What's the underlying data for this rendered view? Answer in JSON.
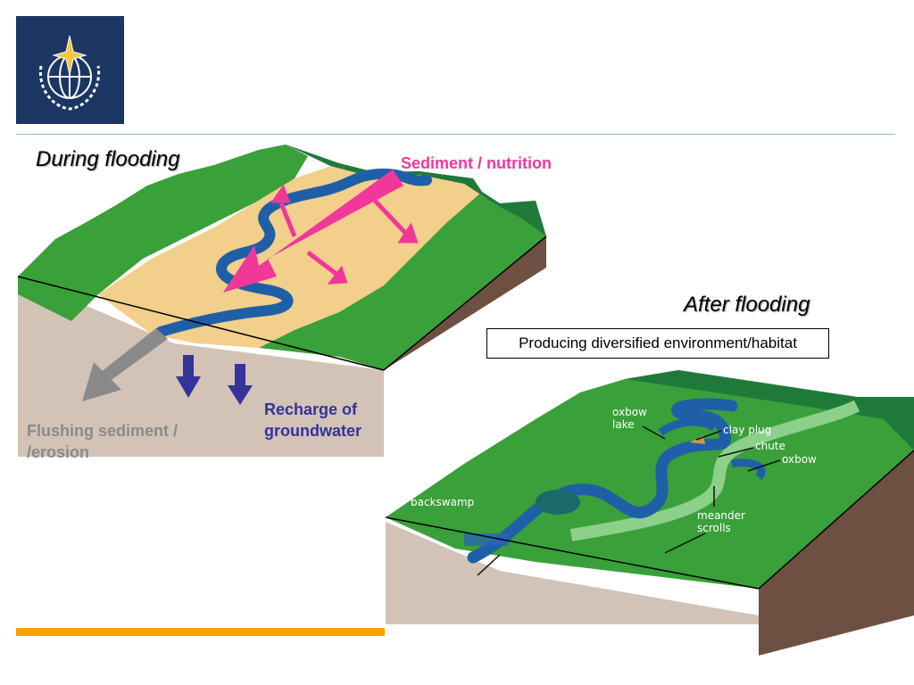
{
  "slide": {
    "during_title": "During flooding",
    "after_title": "After flooding",
    "habitat_box": "Producing diversified environment/habitat"
  },
  "during": {
    "sediment_label": "Sediment / nutrition",
    "flushing_line1": "Flushing sediment /",
    "flushing_line2": "/erosion",
    "recharge_line1": "Recharge of",
    "recharge_line2": "groundwater"
  },
  "after": {
    "labels": {
      "oxbow_lake_1": "oxbow",
      "oxbow_lake_2": "lake",
      "clay_plug": "clay plug",
      "chute": "chute",
      "oxbow": "oxbow",
      "backswamp": "backswamp",
      "meander_1": "meander",
      "meander_2": "scrolls"
    }
  },
  "colors": {
    "logo_bg": "#1c3664",
    "sediment_arrow": "#f2379a",
    "erosion_arrow": "#8a8a8a",
    "recharge_arrow": "#33339a",
    "footer_bar": "#f5a300",
    "water": "#1f5fa8",
    "floodplain": "#f2cf8a",
    "grass": "#3aa03a"
  }
}
